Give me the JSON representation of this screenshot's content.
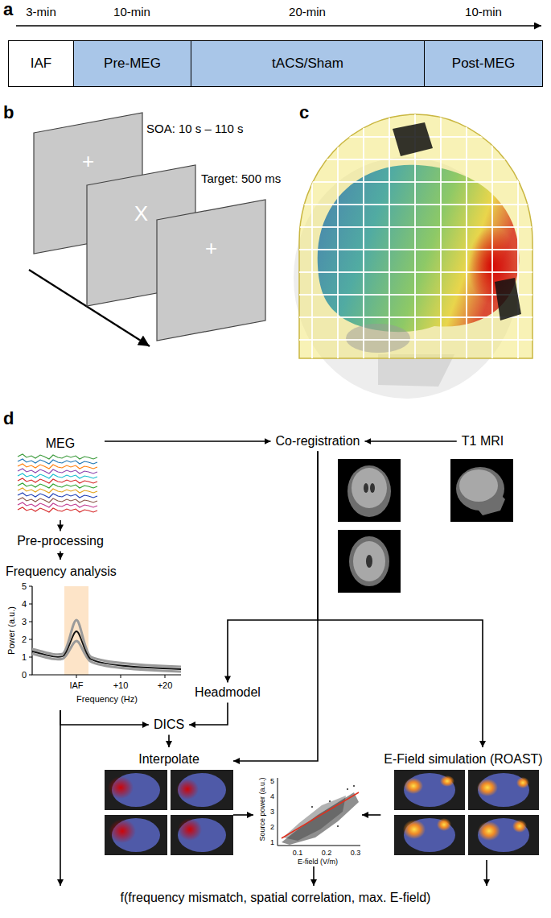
{
  "diagram": {
    "nodes": [
      {
        "text": [
          "IAF"
        ]
      },
      {
        "text": [
          "Pre-MEG"
        ]
      },
      {
        "text": [
          "tACS/Sham"
        ]
      },
      {
        "text": [
          "Post-MEG"
        ]
      },
      {
        "text": [
          "+"
        ]
      },
      {
        "text": [
          "X"
        ]
      },
      {
        "text": [
          "+"
        ]
      },
      {
        "text": [
          "MEG"
        ]
      },
      {
        "text": [
          "Co-registration"
        ]
      },
      {
        "text": [
          "T1 MRI"
        ]
      },
      {
        "text": [
          "Pre-processing"
        ]
      },
      {
        "text": [
          "Frequency analysis"
        ]
      },
      {
        "text": [
          "Headmodel"
        ]
      },
      {
        "text": [
          "DICS"
        ]
      },
      {
        "text": [
          "Interpolate"
        ]
      },
      {
        "text": [
          "E-Field simulation (ROAST)"
        ]
      },
      {
        "text": [
          "Source power (a.u.)",
          "E-field (V/m)",
          "1",
          "2",
          "3",
          "4",
          "5",
          "0.1",
          "0.2",
          "0.3"
        ]
      },
      {
        "text": [
          "f(frequency mismatch, spatial correlation, max. E-field)"
        ]
      }
    ],
    "edges": [
      {
        "from": 7,
        "to": 8,
        "arrow": "to"
      },
      {
        "from": 9,
        "to": 8,
        "arrow": "to"
      },
      {
        "from": 7,
        "to": 10,
        "arrow": "to"
      },
      {
        "from": 10,
        "to": 11,
        "arrow": "to"
      },
      {
        "from": 8,
        "to": 12,
        "arrow": "to"
      },
      {
        "from": 8,
        "to": 15,
        "arrow": "to"
      },
      {
        "from": 8,
        "to": 14,
        "arrow": "to"
      },
      {
        "from": 11,
        "to": 13,
        "arrow": "to"
      },
      {
        "from": 11,
        "to": 17,
        "arrow": "to"
      },
      {
        "from": 12,
        "to": 13,
        "arrow": "to"
      },
      {
        "from": 13,
        "to": 14,
        "arrow": "to"
      },
      {
        "from": 14,
        "to": 16,
        "arrow": "to"
      },
      {
        "from": 15,
        "to": 16,
        "arrow": "to"
      },
      {
        "from": 16,
        "to": 17,
        "arrow": "to"
      },
      {
        "from": 15,
        "to": 17,
        "arrow": "to"
      }
    ],
    "labels": [
      "a",
      "3-min",
      "10-min",
      "20-min",
      "10-min",
      "b",
      "SOA: 10 s – 110 s",
      "Target: 500 ms",
      "c",
      "d",
      "5",
      "4",
      "3",
      "2",
      "1",
      "0",
      "Power (a.u.)",
      "IAF",
      "+10",
      "+20",
      "Frequency (Hz)"
    ]
  }
}
